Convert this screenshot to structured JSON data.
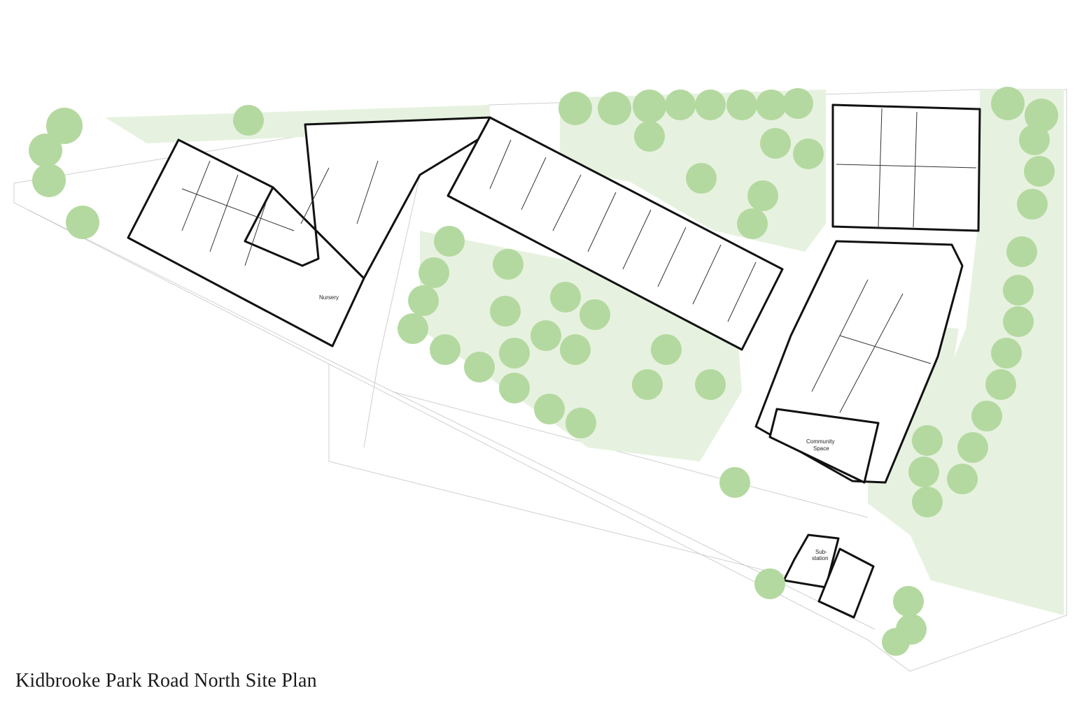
{
  "title": "Kidbrooke Park Road North Site Plan",
  "labels": {
    "nursery": "Nursery",
    "community_line1": "Community",
    "community_line2": "Space",
    "substation_line1": "Sub-",
    "substation_line2": "station"
  },
  "colors": {
    "tree": "#b4d9a0",
    "grass": "#e6f2df",
    "wall": "#111111",
    "linework": "#d4d4d4"
  }
}
